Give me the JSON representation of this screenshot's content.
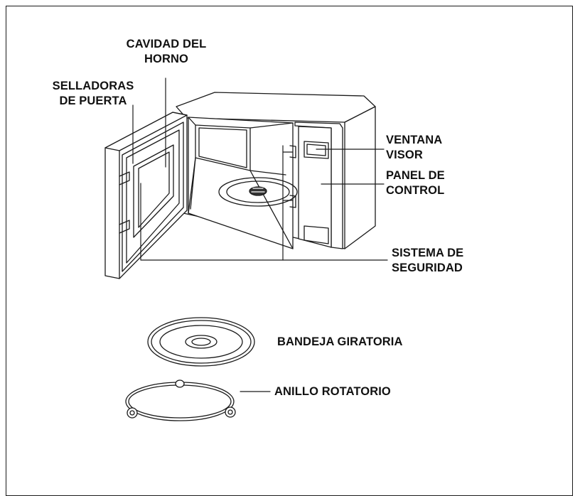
{
  "labels": {
    "cavidad": [
      "CAVIDAD DEL",
      "HORNO"
    ],
    "selladoras": [
      "SELLADORAS",
      "DE PUERTA"
    ],
    "ventana": [
      "VENTANA",
      "VISOR"
    ],
    "panel": [
      "PANEL DE",
      "CONTROL"
    ],
    "sistema": [
      "SISTEMA DE",
      "SEGURIDAD"
    ],
    "bandeja": "BANDEJA GIRATORIA",
    "anillo": "ANILLO ROTATORIO"
  },
  "colors": {
    "stroke": "#1a1a1a",
    "text": "#111111"
  }
}
